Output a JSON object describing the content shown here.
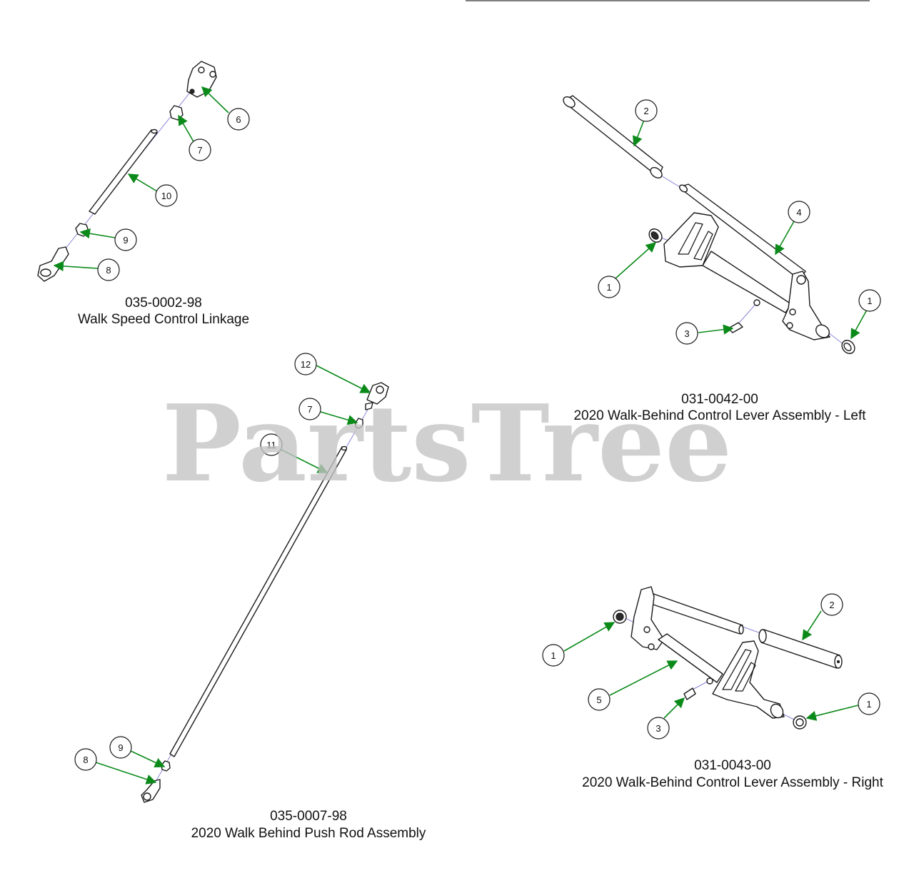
{
  "watermark": "PartsTree",
  "assemblies": [
    {
      "id": "a1",
      "part_number": "035-0002-98",
      "title": "Walk Speed Control Linkage",
      "callouts": [
        "6",
        "7",
        "10",
        "9",
        "8"
      ]
    },
    {
      "id": "a2",
      "part_number": "031-0042-00",
      "title": "2020 Walk-Behind Control Lever Assembly - Left",
      "callouts": [
        "2",
        "4",
        "1",
        "3",
        "1"
      ]
    },
    {
      "id": "a3",
      "part_number": "035-0007-98",
      "title": "2020 Walk Behind Push Rod Assembly",
      "callouts": [
        "12",
        "7",
        "11",
        "9",
        "8"
      ]
    },
    {
      "id": "a4",
      "part_number": "031-0043-00",
      "title": "2020 Walk-Behind Control Lever Assembly - Right",
      "callouts": [
        "2",
        "1",
        "5",
        "3",
        "1"
      ]
    }
  ],
  "colors": {
    "leader": "#0b8a1a",
    "axis_line": "#8a86d8",
    "watermark": "#c4c4c4"
  }
}
